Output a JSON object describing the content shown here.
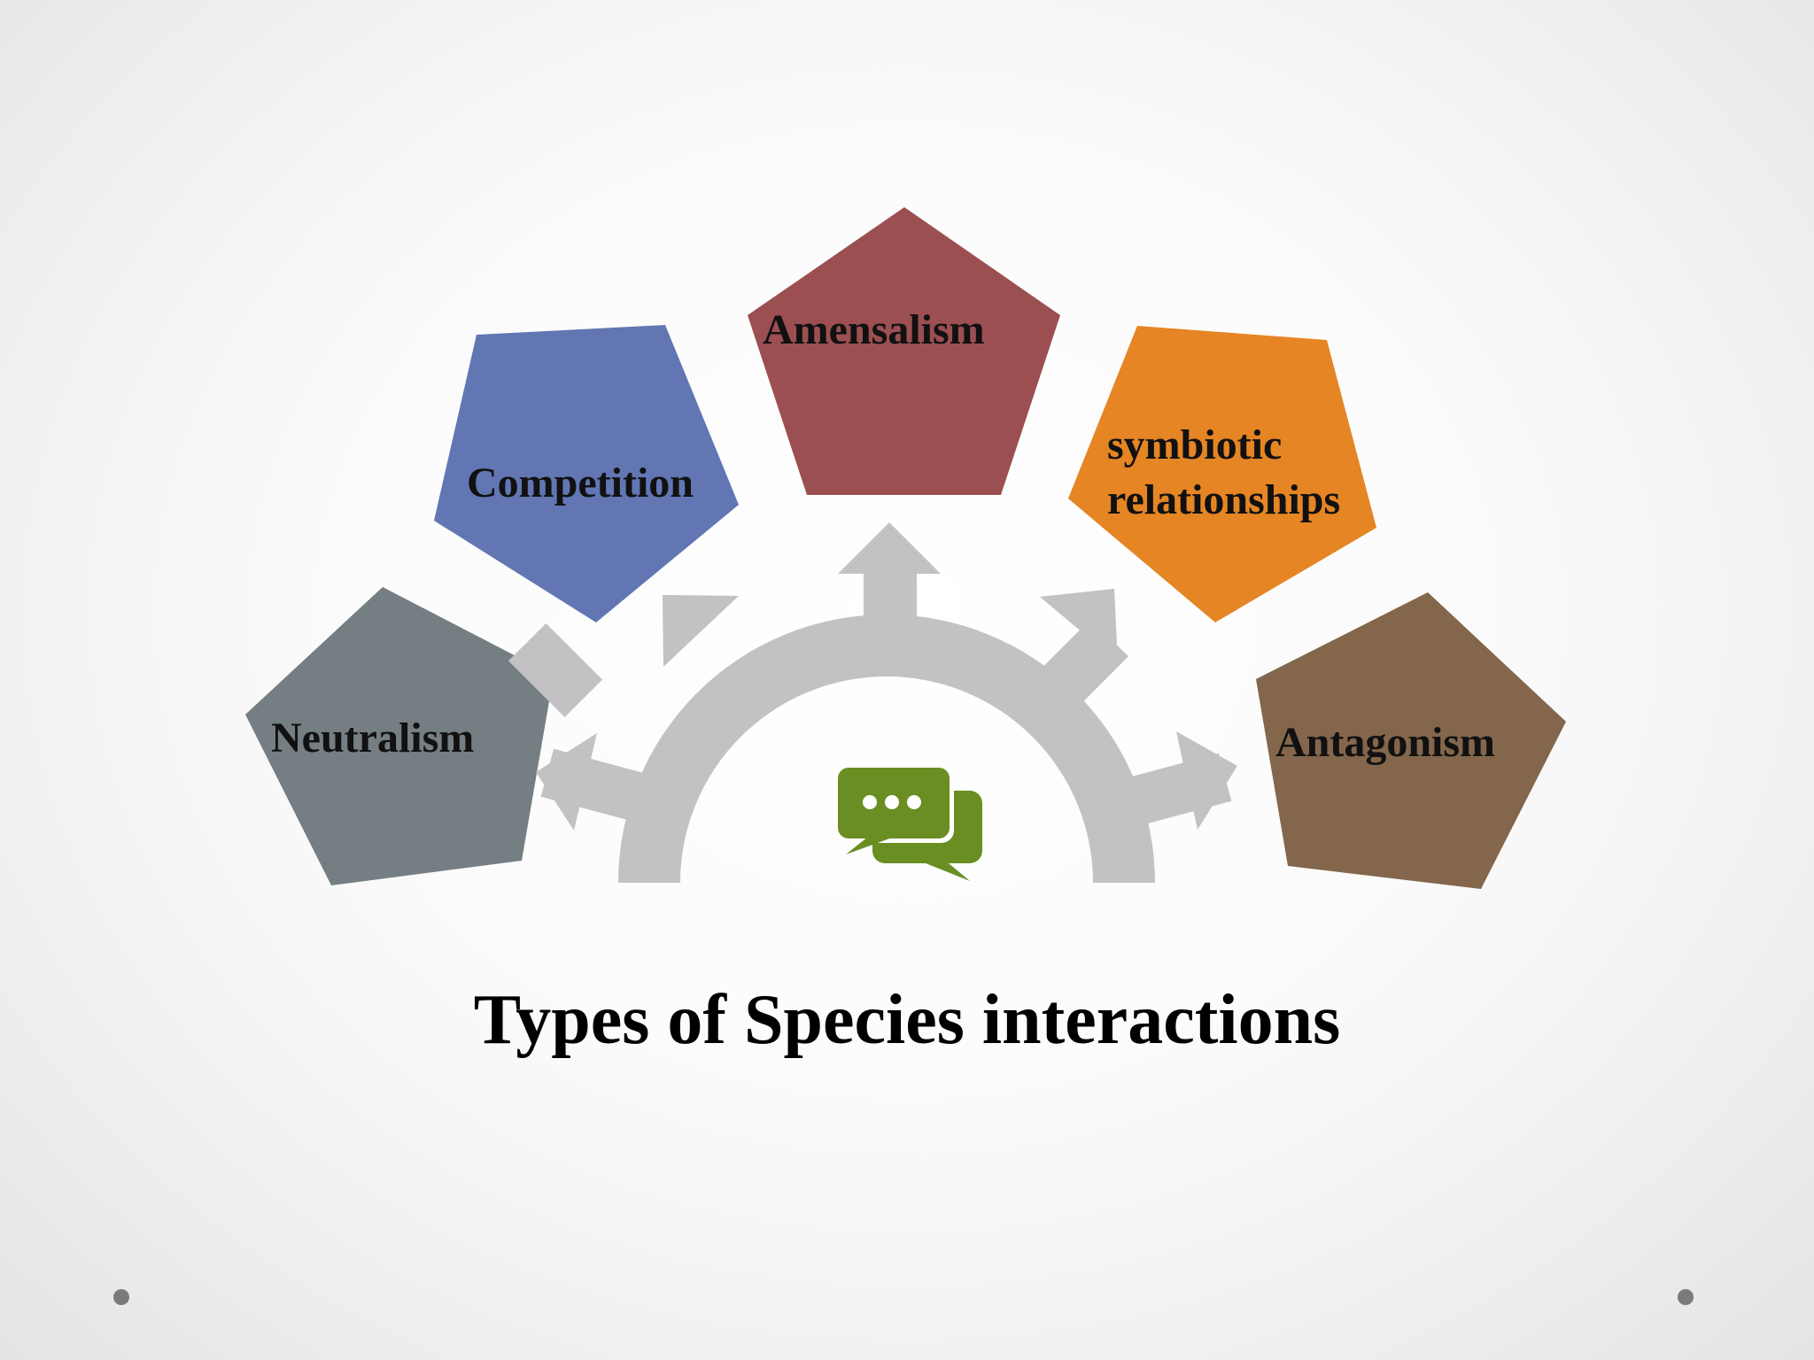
{
  "title": "Types of Species interactions",
  "nodes": [
    {
      "id": "neutralism",
      "label": "Neutralism",
      "color": "#757e83"
    },
    {
      "id": "competition",
      "label": "Competition",
      "color": "#6176b3"
    },
    {
      "id": "amensalism",
      "label": "Amensalism",
      "color": "#9c4f51"
    },
    {
      "id": "symbiotic",
      "label_line1": "symbiotic",
      "label_line2": "relationships",
      "color": "#e58524"
    },
    {
      "id": "antagonism",
      "label": "Antagonism",
      "color": "#83664b"
    }
  ],
  "center_icon": "chat-bubbles-icon",
  "colors": {
    "arrow_arc": "#c2c1c4",
    "icon": "#6b8e23",
    "bullet_dot": "#7a7a7a"
  }
}
